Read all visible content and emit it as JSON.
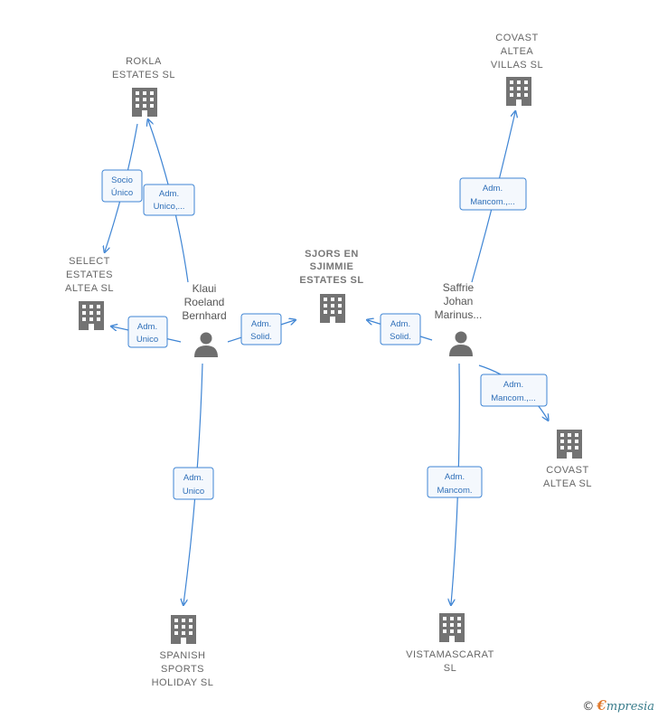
{
  "center_company": {
    "lines": [
      "SJORS EN",
      "SJIMMIE",
      "ESTATES  SL"
    ]
  },
  "companies": [
    {
      "id": "rokla",
      "lines": [
        "ROKLA",
        "ESTATES  SL"
      ]
    },
    {
      "id": "select",
      "lines": [
        "SELECT",
        "ESTATES",
        "ALTEA  SL"
      ]
    },
    {
      "id": "spanish",
      "lines": [
        "SPANISH",
        "SPORTS",
        "HOLIDAY SL"
      ]
    },
    {
      "id": "covast_villas",
      "lines": [
        "COVAST",
        "ALTEA",
        "VILLAS  SL"
      ]
    },
    {
      "id": "covast",
      "lines": [
        "COVAST",
        "ALTEA  SL"
      ]
    },
    {
      "id": "vistamascarat",
      "lines": [
        "VISTAMASCARAT",
        "SL"
      ]
    }
  ],
  "people": [
    {
      "id": "klaui",
      "lines": [
        "Klaui",
        "Roeland",
        "Bernhard"
      ]
    },
    {
      "id": "saffrie",
      "lines": [
        "Saffrie",
        "Johan",
        "Marinus..."
      ]
    }
  ],
  "edges": [
    {
      "id": "e1",
      "lines": [
        "Socio",
        "Único"
      ]
    },
    {
      "id": "e2",
      "lines": [
        "Adm.",
        "Unico,..."
      ]
    },
    {
      "id": "e3",
      "lines": [
        "Adm.",
        "Unico"
      ]
    },
    {
      "id": "e4",
      "lines": [
        "Adm.",
        "Solid."
      ]
    },
    {
      "id": "e5",
      "lines": [
        "Adm.",
        "Unico"
      ]
    },
    {
      "id": "e6",
      "lines": [
        "Adm.",
        "Mancom.,..."
      ]
    },
    {
      "id": "e7",
      "lines": [
        "Adm.",
        "Solid."
      ]
    },
    {
      "id": "e8",
      "lines": [
        "Adm.",
        "Mancom.,..."
      ]
    },
    {
      "id": "e9",
      "lines": [
        "Adm.",
        "Mancom."
      ]
    }
  ],
  "colors": {
    "edge": "#3f85d4",
    "building": "#737373",
    "center_building": "#f06a35"
  },
  "footer": {
    "copyright": "©",
    "brand_initial": "€",
    "brand_rest": "mpresia"
  }
}
